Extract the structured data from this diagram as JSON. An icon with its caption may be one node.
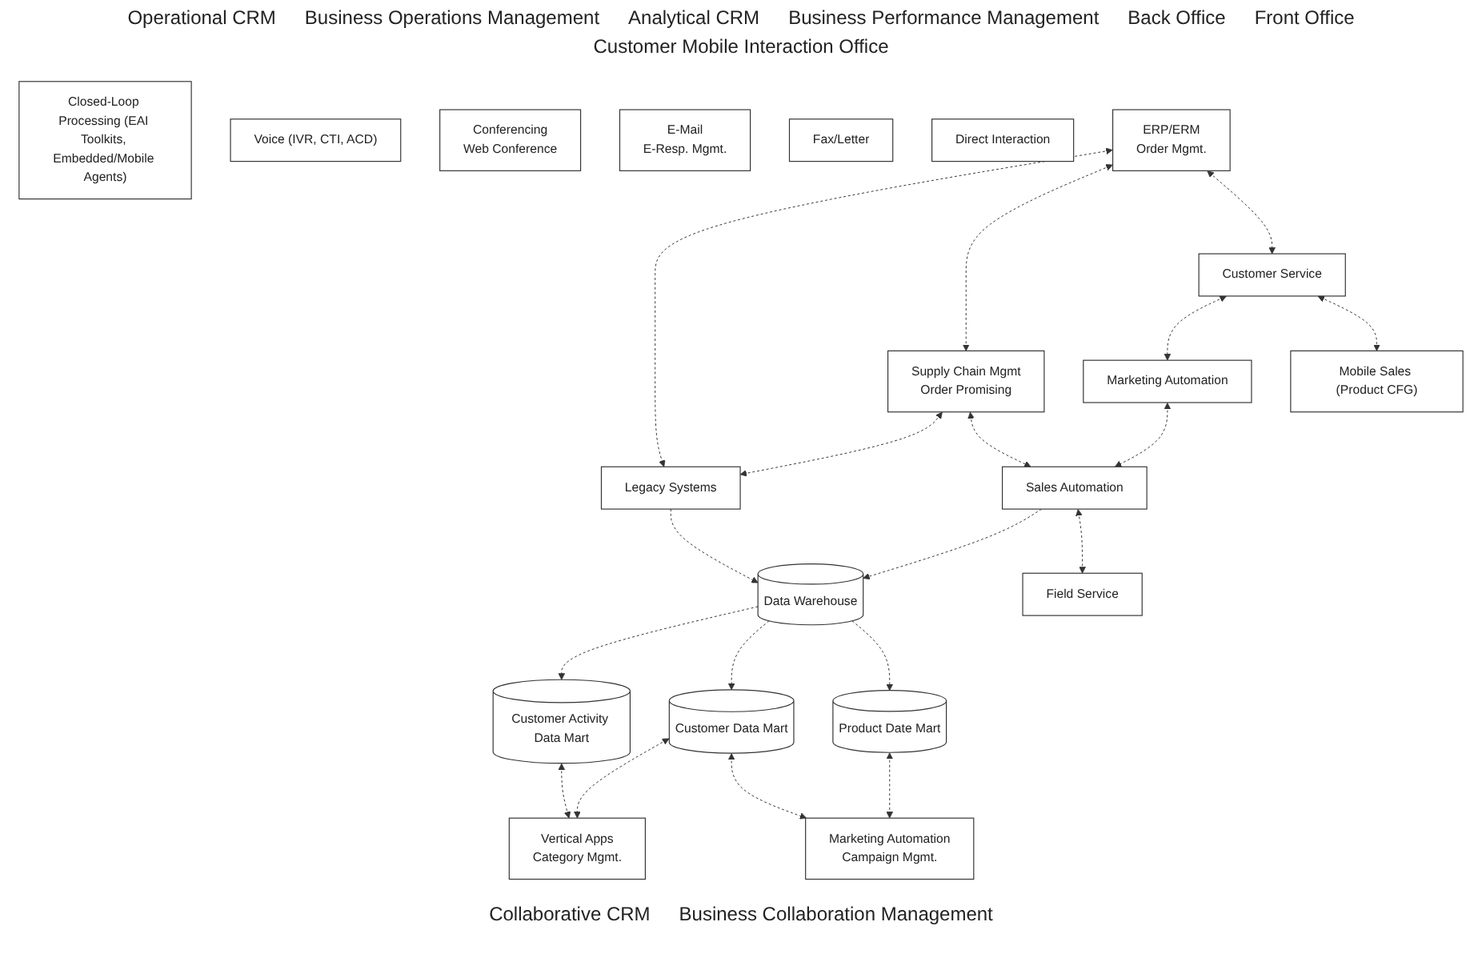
{
  "diagram": {
    "nodes": [
      {
        "text": [
          "ERP/ERM",
          "Order Mgmt."
        ]
      },
      {
        "text": [
          "Supply Chain Mgmt",
          "Order Promising"
        ]
      },
      {
        "text": [
          "Legacy Systems"
        ]
      },
      {
        "text": [
          "Customer Service"
        ]
      },
      {
        "text": [
          "Marketing Automation"
        ]
      },
      {
        "text": [
          "Sales Automation"
        ]
      },
      {
        "text": [
          "Mobile Sales (Product CFG)"
        ]
      },
      {
        "text": [
          "Field Service"
        ]
      },
      {
        "text": [
          "Closed-Loop Processing (EAI Toolkits, Embedded/Mobile Agents)"
        ]
      },
      {
        "text": [
          "Data Warehouse"
        ]
      },
      {
        "text": [
          "Customer Activity Data Mart"
        ]
      },
      {
        "text": [
          "Customer Data Mart"
        ]
      },
      {
        "text": [
          "Product Date Mart"
        ]
      },
      {
        "text": [
          "Vertical Apps",
          "Category Mgmt."
        ]
      },
      {
        "text": [
          "Marketing Automation",
          "Campaign Mgmt."
        ]
      },
      {
        "text": [
          "Voice (IVR, CTI, ACD)"
        ]
      },
      {
        "text": [
          "Conferencing",
          "Web Conference"
        ]
      },
      {
        "text": [
          "E-Mail",
          "E-Resp. Mgmt."
        ]
      },
      {
        "text": [
          "Fax/Letter"
        ]
      },
      {
        "text": [
          "Direct Interaction"
        ]
      }
    ],
    "edges": [
      {
        "from": 0,
        "to": 2,
        "arrow": "both",
        "style": "dashed"
      },
      {
        "from": 0,
        "to": 1,
        "arrow": "both",
        "style": "dashed"
      },
      {
        "from": 1,
        "to": 2,
        "arrow": "both",
        "style": "dashed"
      },
      {
        "from": 0,
        "to": 3,
        "arrow": "both",
        "style": "dashed"
      },
      {
        "from": 1,
        "to": 5,
        "arrow": "both",
        "style": "dashed"
      },
      {
        "from": 3,
        "to": 4,
        "arrow": "both",
        "style": "dashed"
      },
      {
        "from": 4,
        "to": 5,
        "arrow": "both",
        "style": "dashed"
      },
      {
        "from": 2,
        "to": 9,
        "arrow": "to",
        "style": "dashed"
      },
      {
        "from": 5,
        "to": 9,
        "arrow": "to",
        "style": "dashed"
      },
      {
        "from": 3,
        "to": 6,
        "arrow": "both",
        "style": "dashed"
      },
      {
        "from": 5,
        "to": 7,
        "arrow": "both",
        "style": "dashed"
      },
      {
        "from": 9,
        "to": 10,
        "arrow": "to",
        "style": "dashed"
      },
      {
        "from": 9,
        "to": 11,
        "arrow": "to",
        "style": "dashed"
      },
      {
        "from": 9,
        "to": 12,
        "arrow": "to",
        "style": "dashed"
      },
      {
        "from": 10,
        "to": 13,
        "arrow": "both",
        "style": "dashed"
      },
      {
        "from": 11,
        "to": 13,
        "arrow": "both",
        "style": "dashed"
      },
      {
        "from": 11,
        "to": 14,
        "arrow": "both",
        "style": "dashed"
      },
      {
        "from": 12,
        "to": 14,
        "arrow": "both",
        "style": "dashed"
      }
    ],
    "labels": [
      "Operational CRM",
      "Business Operations Management",
      "Analytical CRM",
      "Business Performance Management",
      "Back Office",
      "Front Office",
      "Customer Mobile Interaction Office",
      "Collaborative CRM",
      "Business Collaboration Management"
    ]
  }
}
